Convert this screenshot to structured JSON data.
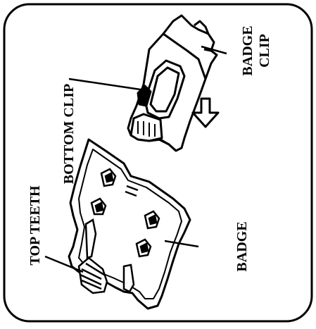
{
  "labels": {
    "bottom_clip": "BOTTOM CLIP",
    "badge_clip_line1": "BADGE",
    "badge_clip_line2": "CLIP",
    "top_teeth": "TOP TEETH",
    "badge": "BADGE"
  },
  "colors": {
    "ink": "#000000",
    "paper": "#ffffff"
  }
}
